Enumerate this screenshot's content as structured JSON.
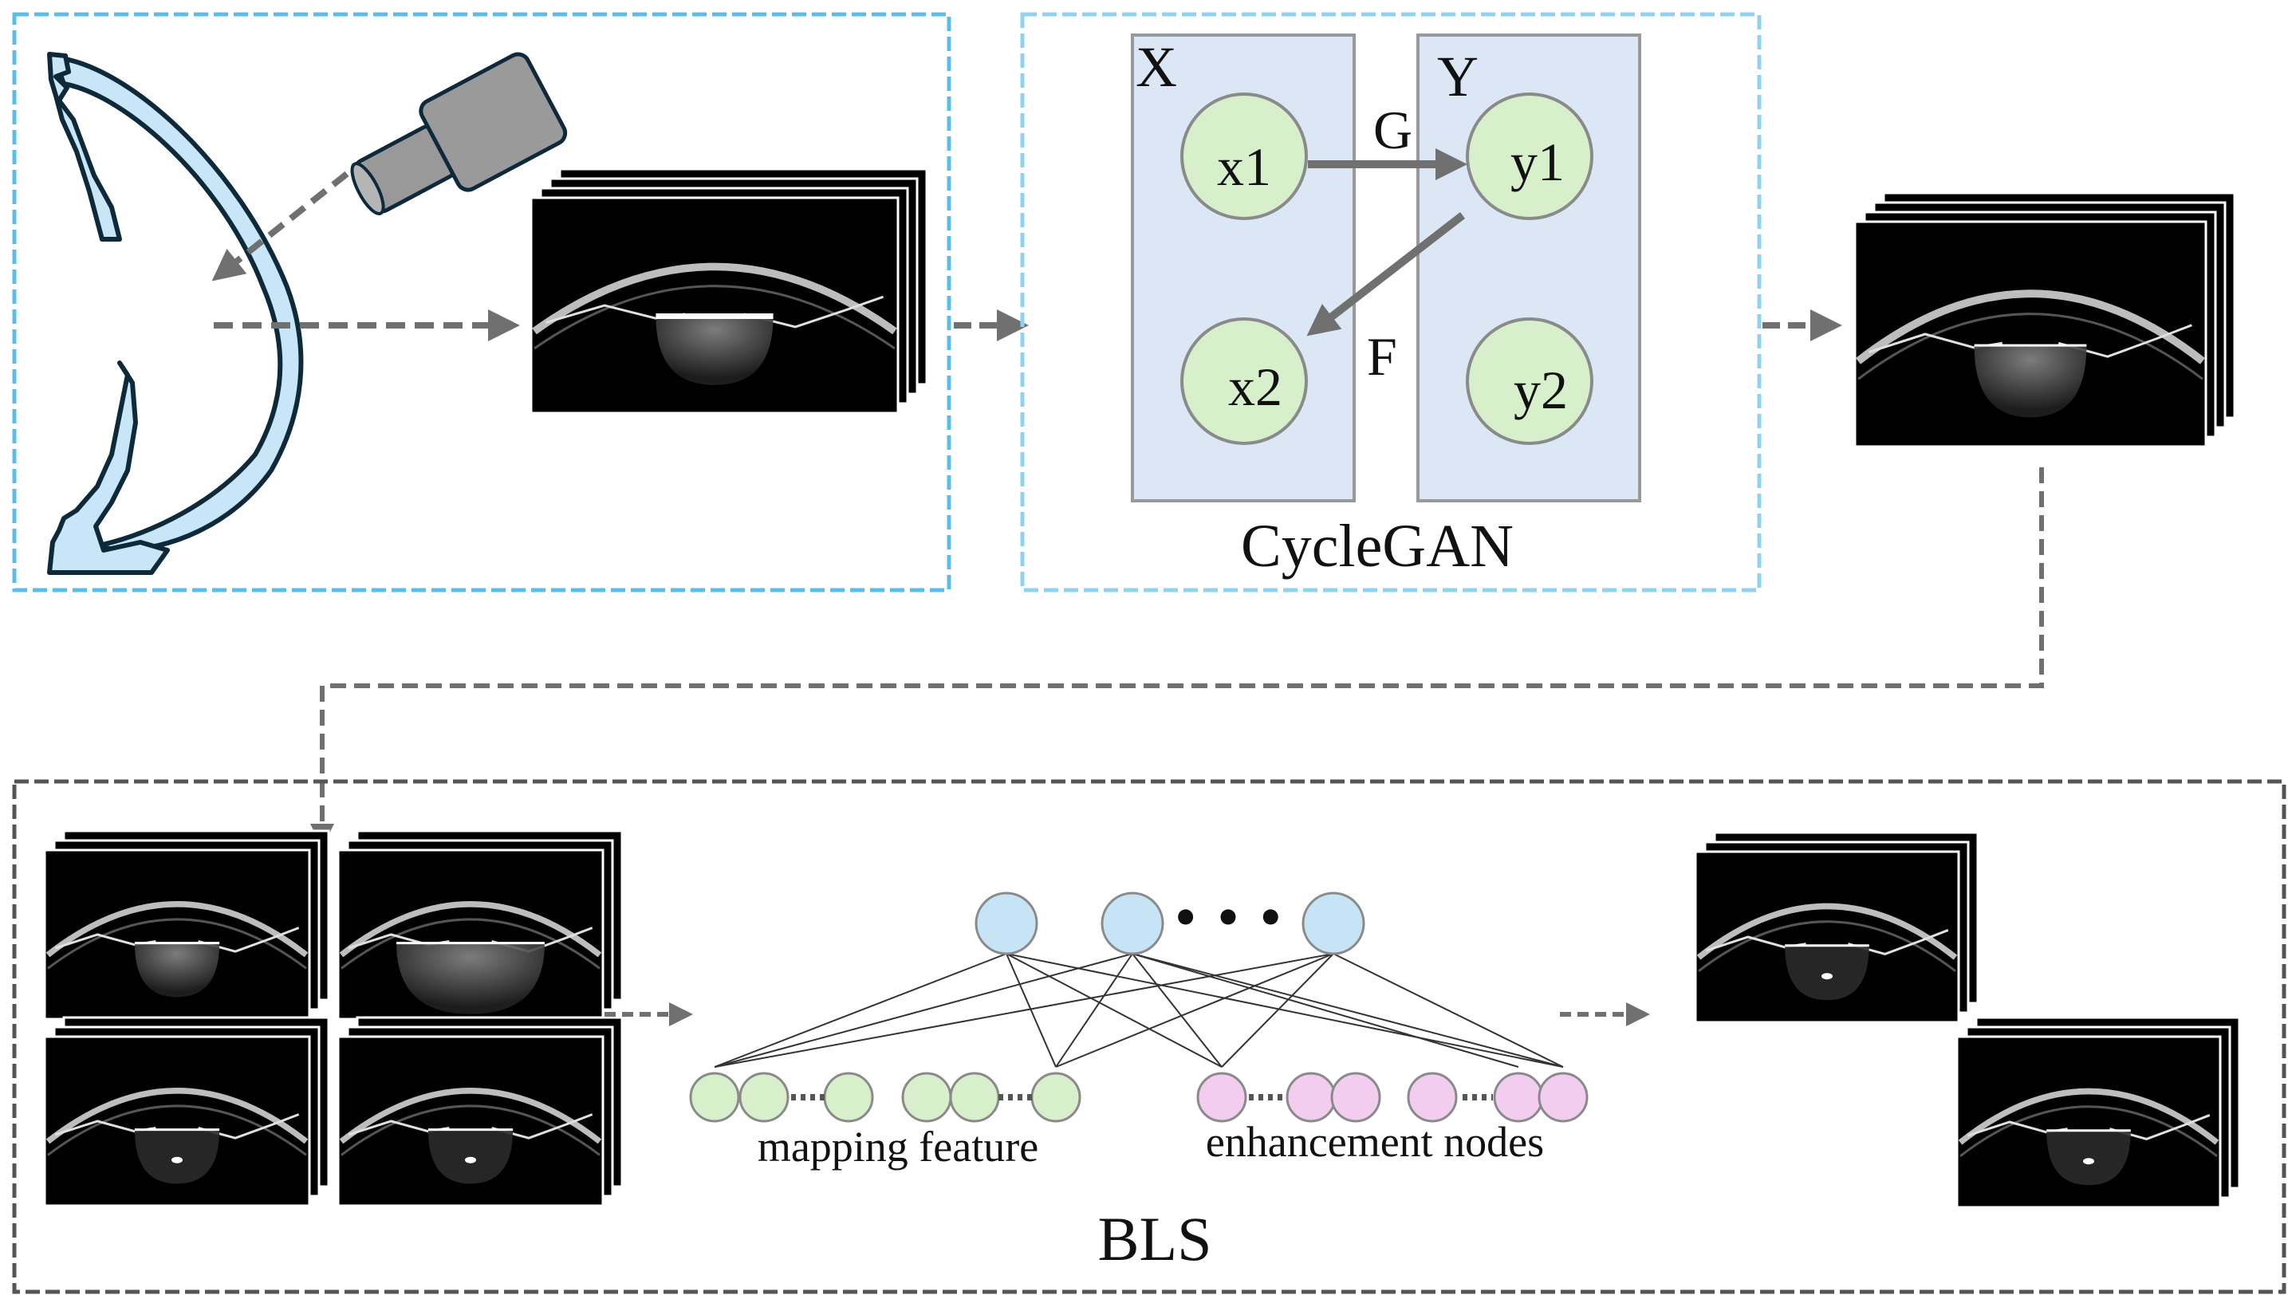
{
  "colors": {
    "top_box_border": "#5bbde8",
    "bottom_box_border": "#555555",
    "arrow": "#707070",
    "eye_fill": "#c9e6f8",
    "eye_stroke": "#0e2a3a",
    "domain_fill": "#dbe7f5",
    "domain_border": "#999999",
    "node_green": "#d7f0cb",
    "node_blue": "#c6e4f5",
    "node_pink": "#f3cdf0",
    "oct_background": "#000000"
  },
  "icons": {
    "eye": "eye-cross-section-icon",
    "scanner": "oct-probe-icon"
  },
  "cyclegan": {
    "label": "CycleGAN",
    "domain_x": "X",
    "domain_y": "Y",
    "gen_g": "G",
    "gen_f": "F",
    "nodes": [
      "x1",
      "x2",
      "y1",
      "y2"
    ]
  },
  "bls": {
    "label": "BLS",
    "mapping_label": "mapping feature",
    "enhancement_label": "enhancement nodes",
    "hidden_ellipsis": "• • •"
  }
}
